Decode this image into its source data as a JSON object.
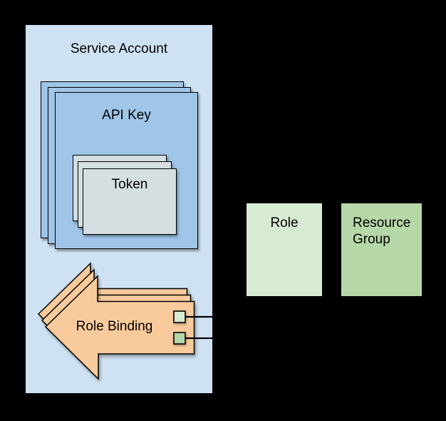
{
  "diagram": {
    "background": "#000000",
    "line_color": "#000000",
    "service_account": {
      "label": "Service Account",
      "fill": "#cfe2f3"
    },
    "api_key": {
      "label": "API Key",
      "fill": "#9fc5e8",
      "stack_count": 3
    },
    "token": {
      "label": "Token",
      "fill": "#d5dfe2",
      "stack_count": 3
    },
    "role_binding": {
      "label": "Role Binding",
      "fill": "#f9cb9c",
      "stack_count": 3,
      "ports": [
        {
          "name": "role-port",
          "fill": "#d9ead3"
        },
        {
          "name": "resource-group-port",
          "fill": "#b6d7a8"
        }
      ]
    },
    "role": {
      "label": "Role",
      "fill": "#d9ead3"
    },
    "resource_group": {
      "label": "Resource Group",
      "fill": "#b6d7a8"
    }
  }
}
